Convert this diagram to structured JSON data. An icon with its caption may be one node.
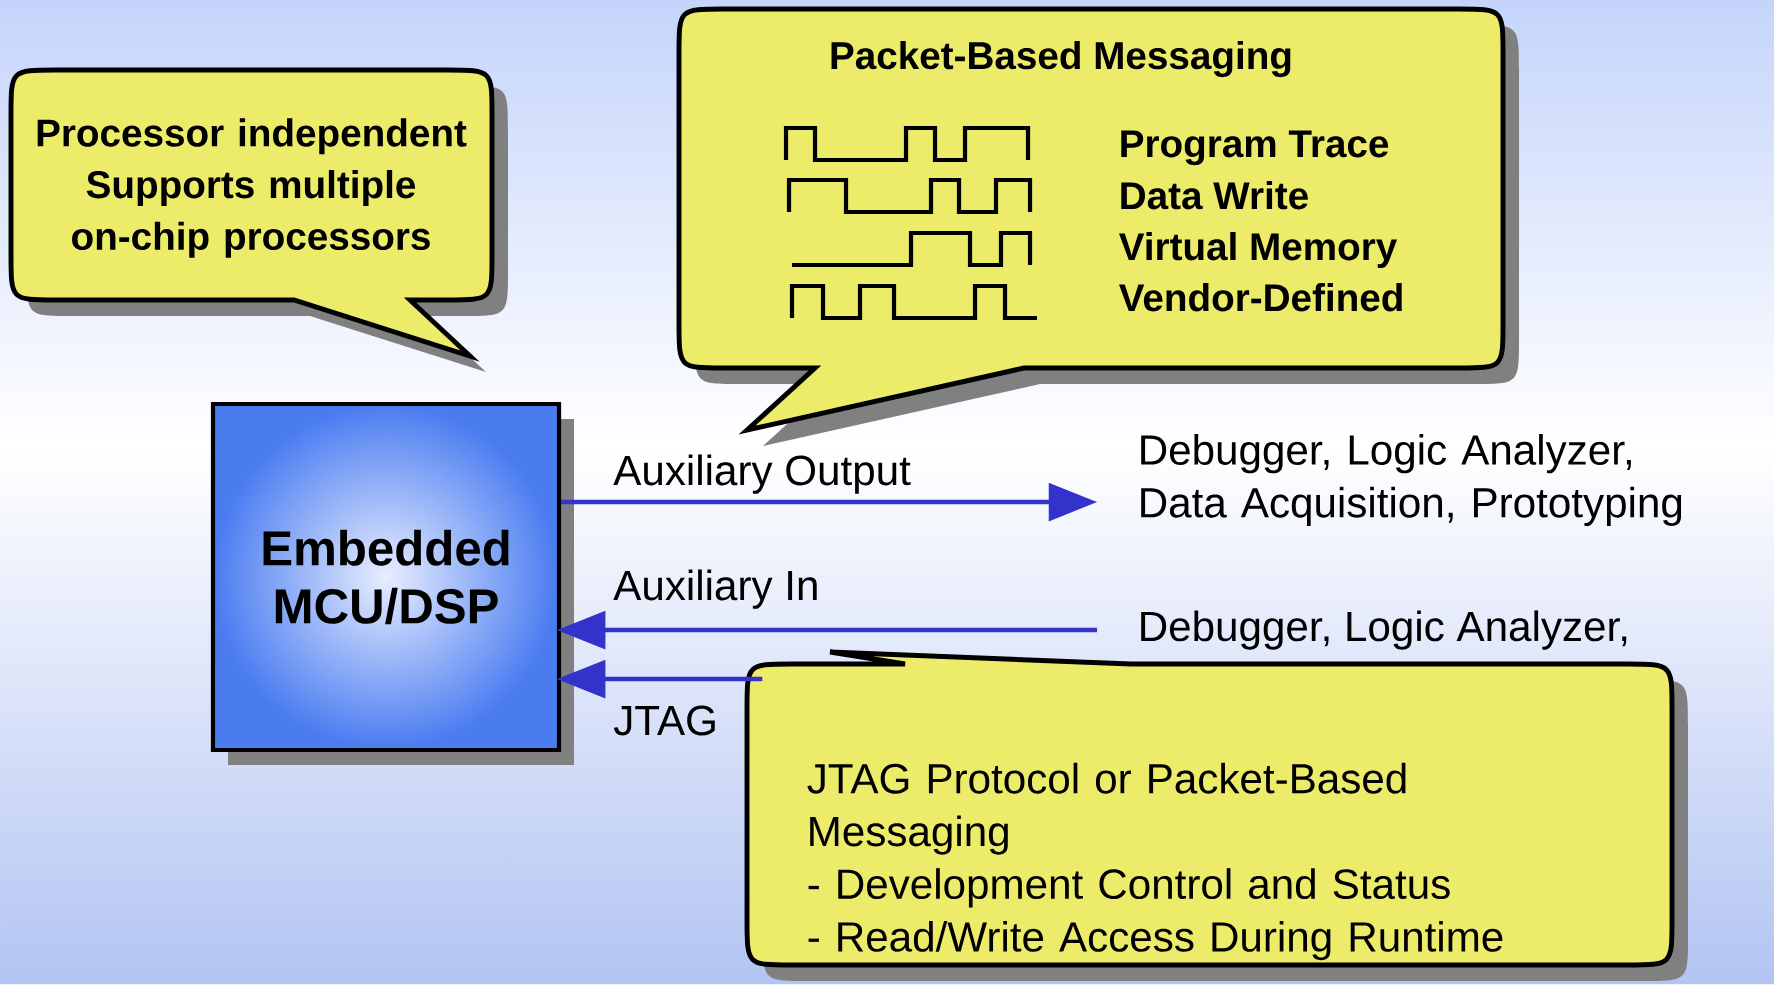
{
  "diagram": {
    "nodes": [
      {
        "text": [
          "Processor independent",
          "Supports multiple on-chip processors"
        ]
      },
      {
        "text": [
          "Packet-Based Messaging",
          "Program Trace",
          "Data Write",
          "Virtual Memory",
          "Vendor-Defined"
        ]
      },
      {
        "text": [
          "Embedded MCU/DSP"
        ]
      },
      {
        "text": [
          "Debugger, Logic Analyzer, Data Acquisition, Prototyping"
        ]
      },
      {
        "text": [
          "Debugger, Logic Analyzer,"
        ]
      },
      {
        "text": [
          "JTAG Protocol or Packet-Based Messaging",
          "- Development Control and Status",
          "- Read/Write Access During Runtime"
        ]
      }
    ],
    "edges": [
      {
        "from": 2,
        "to": 3,
        "arrow": "to",
        "label": "Auxiliary Output"
      },
      {
        "from": 4,
        "to": 2,
        "arrow": "to",
        "label": "Auxiliary In"
      },
      {
        "from": 5,
        "to": 2,
        "arrow": "to",
        "label": "JTAG"
      }
    ]
  }
}
